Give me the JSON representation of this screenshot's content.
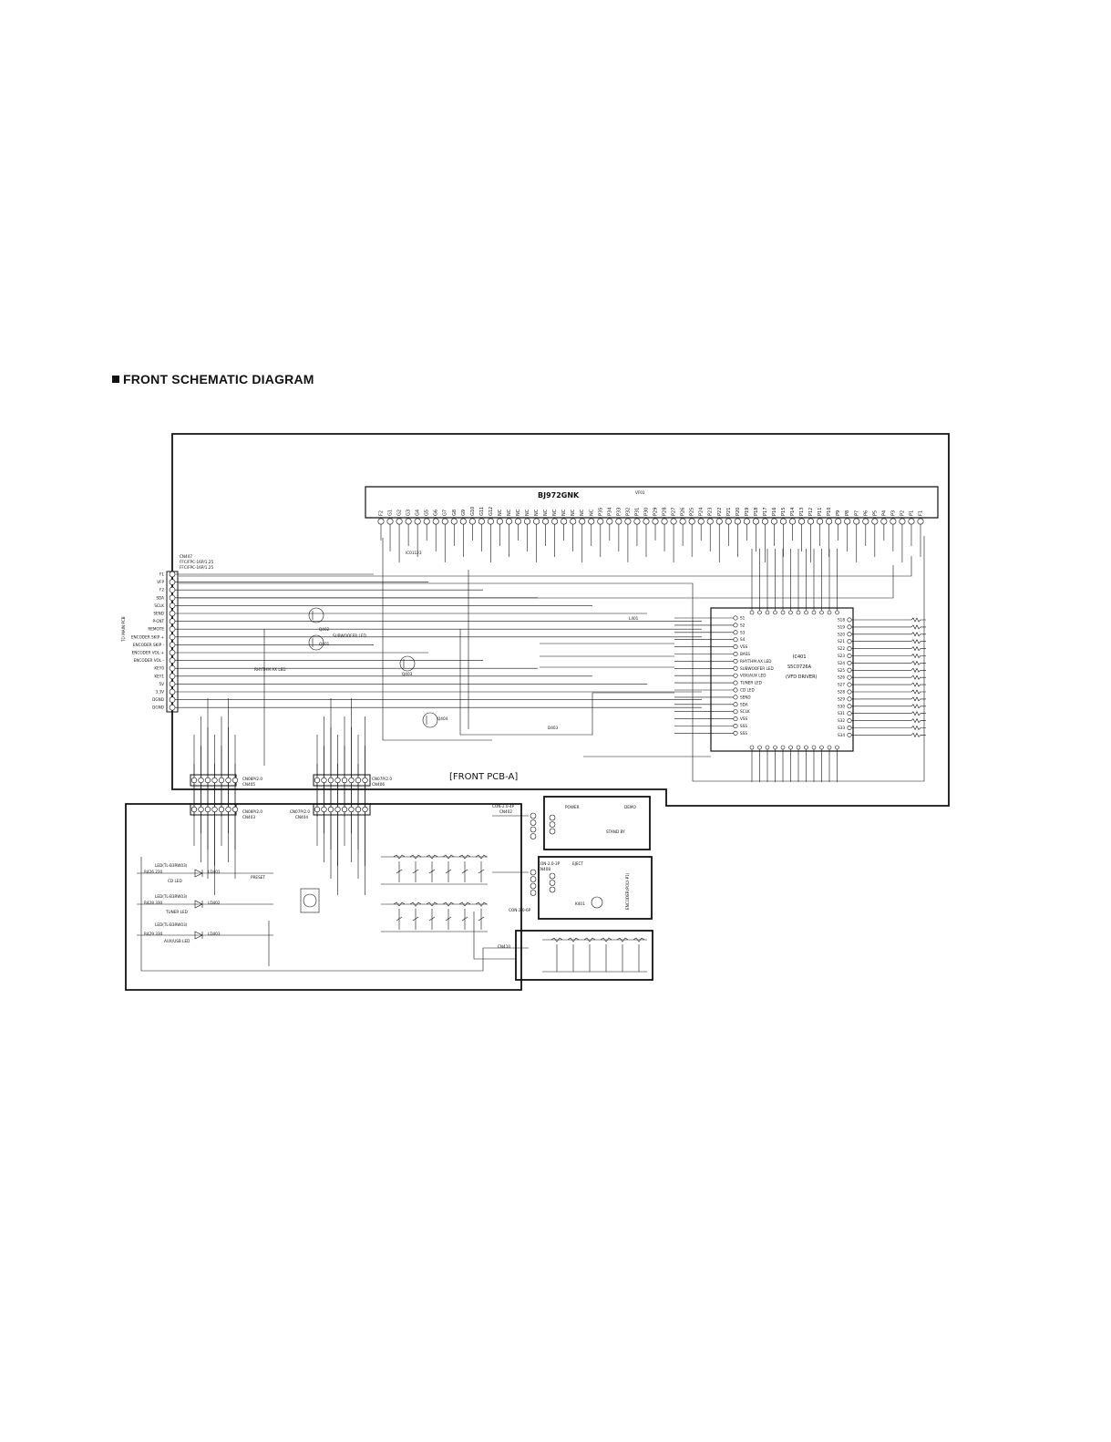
{
  "title": "FRONT SCHEMATIC  DIAGRAM",
  "board_label": "[FRONT PCB-A]",
  "vfd": {
    "part": "BJ972GNK",
    "ref": "VF01",
    "pins_left": [
      "F2",
      "G1",
      "G2",
      "G3",
      "G4",
      "G5",
      "G6",
      "G7",
      "G8",
      "G9",
      "G10",
      "G11",
      "G12",
      "NC",
      "NC",
      "NC",
      "NC",
      "NC",
      "NC",
      "NC",
      "NC",
      "NC",
      "NC",
      "NC"
    ],
    "pins_right": [
      "P35",
      "P34",
      "P33",
      "P32",
      "P31",
      "P30",
      "P29",
      "P28",
      "P27",
      "P26",
      "P25",
      "P24",
      "P23",
      "P22",
      "P21",
      "P20",
      "P19",
      "P18",
      "P17",
      "P16",
      "P15",
      "P14",
      "P13",
      "P12",
      "P11",
      "P10",
      "P9",
      "P8",
      "P7",
      "P6",
      "P5",
      "P4",
      "P3",
      "P2",
      "P1",
      "F1"
    ]
  },
  "ic": {
    "ref": "IC401",
    "part": "S5C0726A",
    "desc": "(VFD DRIVER)",
    "left_pins": [
      "S1",
      "S2",
      "S3",
      "S4",
      "VSS",
      "BASS",
      "RHYTHM AX LED",
      "SUBWOOFER LED",
      "VOX/AUX LED",
      "TUNER LED",
      "CD LED",
      "SEND",
      "SDA",
      "SCLK",
      "VSS",
      "SSS",
      "SSS"
    ],
    "right_pins": [
      "S18",
      "S19",
      "S20",
      "S21",
      "S22",
      "S23",
      "S24",
      "S25",
      "S26",
      "S27",
      "S28",
      "S29",
      "S30",
      "S31",
      "S32",
      "S33",
      "S34"
    ]
  },
  "connector_left": {
    "ref": "CN407",
    "spec": "FFC/FPC-16P/1.25",
    "spec2": "FFC/FPC-16P/1.25",
    "pins": [
      "F1",
      "VFP",
      "F2",
      "SDA",
      "SCLK",
      "SEND",
      "P-CNT",
      "REMOTE",
      "ENCODER SKIP +",
      "ENCODER SKIP -",
      "ENCODER VOL +",
      "ENCODER VOL -",
      "KEY0",
      "KEY1",
      "5V",
      "3.3V",
      "DGND",
      "DGND"
    ],
    "side_label": "TO MAIN PCB"
  },
  "connectors": {
    "cn405": "CN405",
    "cn406": "CN406",
    "cn403": "CN403",
    "cn404": "CN404",
    "cn402": "CN402",
    "cn408": "CN408",
    "cn410": "CN410",
    "spec_a": "CN08P/2.0",
    "spec_b": "CN07P/2.0",
    "spec_c": "CON-2.0-4P",
    "spec_d": "CON-2.0-3P",
    "spec_e": "CON-2.0-6P"
  },
  "leds": [
    {
      "ref": "LD401",
      "part": "LED(TL-B3RW03)",
      "label": "CD LED",
      "res": "R426 220"
    },
    {
      "ref": "LD402",
      "part": "LED(TL-B3RW03)",
      "label": "TUNER LED",
      "res": "R428 330"
    },
    {
      "ref": "LD403",
      "part": "LED(TL-B3RW03)",
      "label": "AUX/USB LED",
      "res": "R429 330"
    }
  ],
  "labels": {
    "rhythm": "RHYTHM AX LED",
    "subwoofer": "SUBWOOFER LED",
    "standby": "STAND BY",
    "power": "POWER",
    "preset": "PRESET",
    "encoder": "ENCODER",
    "q401": "Q401",
    "q402": "Q402",
    "q403": "Q403",
    "q404": "Q404",
    "d401": "D401",
    "d402": "D402",
    "d403": "D403",
    "l401": "L401",
    "k401": "K401",
    "vfd_ref": "IC01123",
    "eject": "EJECT",
    "demo": "DEMO",
    "encvol": "ENCODER(POLY-P1)"
  },
  "colors": {
    "ink": "#111111",
    "paper": "#ffffff"
  }
}
